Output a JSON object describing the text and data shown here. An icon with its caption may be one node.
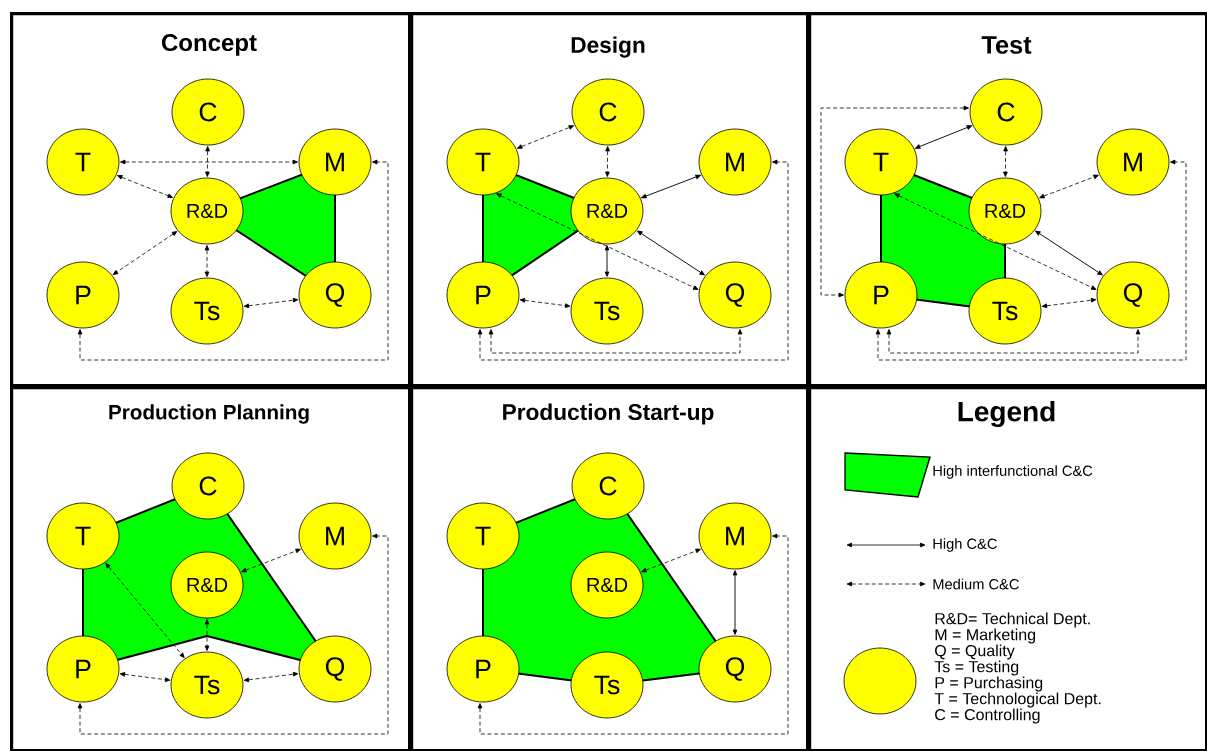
{
  "diagram": {
    "nodes": [
      {
        "text": [
          "Concept"
        ]
      },
      {
        "text": [
          "C"
        ],
        "in": 0
      },
      {
        "text": [
          "T"
        ],
        "in": 0
      },
      {
        "text": [
          "M"
        ],
        "in": 0
      },
      {
        "text": [
          "R&D"
        ],
        "in": 0
      },
      {
        "text": [
          "P"
        ],
        "in": 0
      },
      {
        "text": [
          "Ts"
        ],
        "in": 0
      },
      {
        "text": [
          "Q"
        ],
        "in": 0
      },
      {
        "text": [
          "Design"
        ]
      },
      {
        "text": [
          "C"
        ],
        "in": 8
      },
      {
        "text": [
          "T"
        ],
        "in": 8
      },
      {
        "text": [
          "M"
        ],
        "in": 8
      },
      {
        "text": [
          "R&D"
        ],
        "in": 8
      },
      {
        "text": [
          "P"
        ],
        "in": 8
      },
      {
        "text": [
          "Ts"
        ],
        "in": 8
      },
      {
        "text": [
          "Q"
        ],
        "in": 8
      },
      {
        "text": [
          "Test"
        ]
      },
      {
        "text": [
          "C"
        ],
        "in": 16
      },
      {
        "text": [
          "T"
        ],
        "in": 16
      },
      {
        "text": [
          "M"
        ],
        "in": 16
      },
      {
        "text": [
          "R&D"
        ],
        "in": 16
      },
      {
        "text": [
          "P"
        ],
        "in": 16
      },
      {
        "text": [
          "Ts"
        ],
        "in": 16
      },
      {
        "text": [
          "Q"
        ],
        "in": 16
      },
      {
        "text": [
          "Production Planning"
        ]
      },
      {
        "text": [
          "C"
        ],
        "in": 24
      },
      {
        "text": [
          "T"
        ],
        "in": 24
      },
      {
        "text": [
          "M"
        ],
        "in": 24
      },
      {
        "text": [
          "R&D"
        ],
        "in": 24
      },
      {
        "text": [
          "P"
        ],
        "in": 24
      },
      {
        "text": [
          "Ts"
        ],
        "in": 24
      },
      {
        "text": [
          "Q"
        ],
        "in": 24
      },
      {
        "text": [
          "Production Start-up"
        ]
      },
      {
        "text": [
          "C"
        ],
        "in": 32
      },
      {
        "text": [
          "T"
        ],
        "in": 32
      },
      {
        "text": [
          "M"
        ],
        "in": 32
      },
      {
        "text": [
          "R&D"
        ],
        "in": 32
      },
      {
        "text": [
          "P"
        ],
        "in": 32
      },
      {
        "text": [
          "Ts"
        ],
        "in": 32
      },
      {
        "text": [
          "Q"
        ],
        "in": 32
      },
      {
        "text": [
          "Legend"
        ]
      },
      {
        "text": [],
        "shape": "circle",
        "in": 40
      }
    ],
    "edges": [
      {
        "from": 1,
        "to": 4,
        "arrow": "both",
        "style": "dashed"
      },
      {
        "from": 2,
        "to": 3,
        "arrow": "both",
        "style": "dashed"
      },
      {
        "from": 2,
        "to": 4,
        "arrow": "both",
        "style": "dashed"
      },
      {
        "from": 4,
        "to": 5,
        "arrow": "both",
        "style": "dashed"
      },
      {
        "from": 4,
        "to": 6,
        "arrow": "both",
        "style": "dashed"
      },
      {
        "from": 6,
        "to": 7,
        "arrow": "both",
        "style": "dashed"
      },
      {
        "from": 5,
        "to": 3,
        "arrow": "both",
        "style": "dashed"
      },
      {
        "from": 10,
        "to": 9,
        "arrow": "both",
        "style": "dashed"
      },
      {
        "from": 9,
        "to": 12,
        "arrow": "both",
        "style": "dashed"
      },
      {
        "from": 12,
        "to": 11,
        "arrow": "both"
      },
      {
        "from": 12,
        "to": 15,
        "arrow": "both"
      },
      {
        "from": 12,
        "to": 14,
        "arrow": "both"
      },
      {
        "from": 10,
        "to": 15,
        "arrow": "both",
        "style": "dashed"
      },
      {
        "from": 13,
        "to": 14,
        "arrow": "both",
        "style": "dashed"
      },
      {
        "from": 13,
        "to": 15,
        "arrow": "both",
        "style": "dashed"
      },
      {
        "from": 13,
        "to": 11,
        "arrow": "both",
        "style": "dashed"
      },
      {
        "from": 17,
        "to": 21,
        "arrow": "both",
        "style": "dashed"
      },
      {
        "from": 18,
        "to": 17,
        "arrow": "both"
      },
      {
        "from": 17,
        "to": 20,
        "arrow": "both",
        "style": "dashed"
      },
      {
        "from": 20,
        "to": 19,
        "arrow": "both",
        "style": "dashed"
      },
      {
        "from": 20,
        "to": 23,
        "arrow": "both"
      },
      {
        "from": 18,
        "to": 23,
        "arrow": "both",
        "style": "dashed"
      },
      {
        "from": 22,
        "to": 23,
        "arrow": "both",
        "style": "dashed"
      },
      {
        "from": 21,
        "to": 23,
        "arrow": "both",
        "style": "dashed"
      },
      {
        "from": 21,
        "to": 19,
        "arrow": "both",
        "style": "dashed"
      },
      {
        "from": 28,
        "to": 27,
        "arrow": "both",
        "style": "dashed"
      },
      {
        "from": 26,
        "to": 30,
        "arrow": "both",
        "style": "dashed"
      },
      {
        "from": 28,
        "to": 30,
        "arrow": "both",
        "style": "dashed"
      },
      {
        "from": 29,
        "to": 30,
        "arrow": "both",
        "style": "dashed"
      },
      {
        "from": 30,
        "to": 31,
        "arrow": "both",
        "style": "dashed"
      },
      {
        "from": 29,
        "to": 27,
        "arrow": "both",
        "style": "dashed"
      },
      {
        "from": 36,
        "to": 35,
        "arrow": "both",
        "style": "dashed"
      },
      {
        "from": 35,
        "to": 39,
        "arrow": "both"
      },
      {
        "from": 37,
        "to": 35,
        "arrow": "both",
        "style": "dashed"
      }
    ],
    "labels": [
      "R&D= Technical Dept.",
      "M = Marketing",
      "Q = Quality",
      "Ts = Testing",
      "P = Purchasing",
      "T = Technological Dept.",
      "C = Controlling"
    ],
    "legend": [
      {
        "text": "High interfunctional C&C",
        "color": "#00ff00"
      },
      {
        "text": "High C&C"
      },
      {
        "text": "Medium C&C"
      }
    ]
  }
}
